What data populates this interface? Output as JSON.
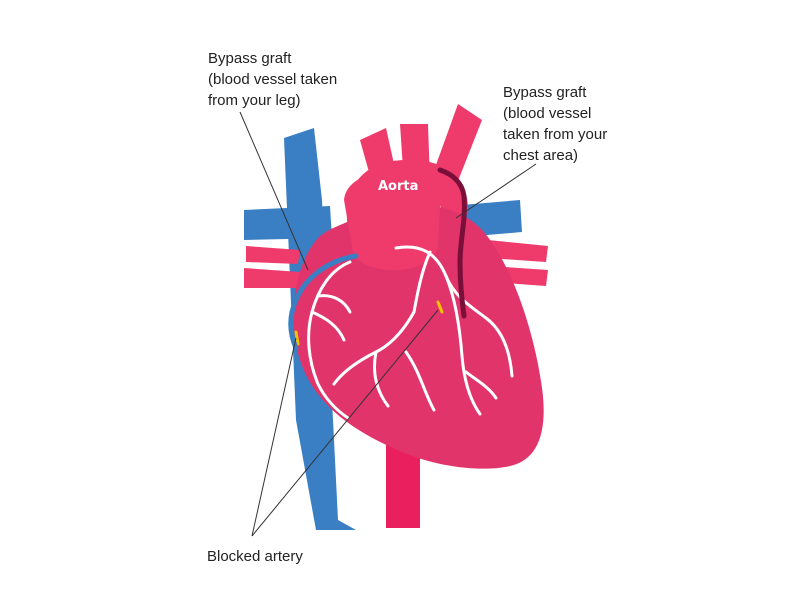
{
  "labels": {
    "leg_graft": [
      "Bypass graft",
      "(blood vessel taken",
      "from your leg)"
    ],
    "chest_graft": [
      "Bypass graft",
      "(blood vessel",
      "taken from your",
      "chest area)"
    ],
    "blocked_artery": "Blocked artery",
    "aorta": "Aorta"
  },
  "colors": {
    "heart": "#e0346a",
    "heart_shade": "#c9245b",
    "aorta": "#ef3b6c",
    "vein_blue": "#3a7fc4",
    "vein_blue_dark": "#2f6fb2",
    "artery_pink": "#ea1f5e",
    "vessel_white": "#ffffff",
    "chest_graft": "#7a0f3a",
    "leg_graft": "#3a7fc4",
    "blockage": "#f2c400",
    "leader_line": "#333333"
  }
}
